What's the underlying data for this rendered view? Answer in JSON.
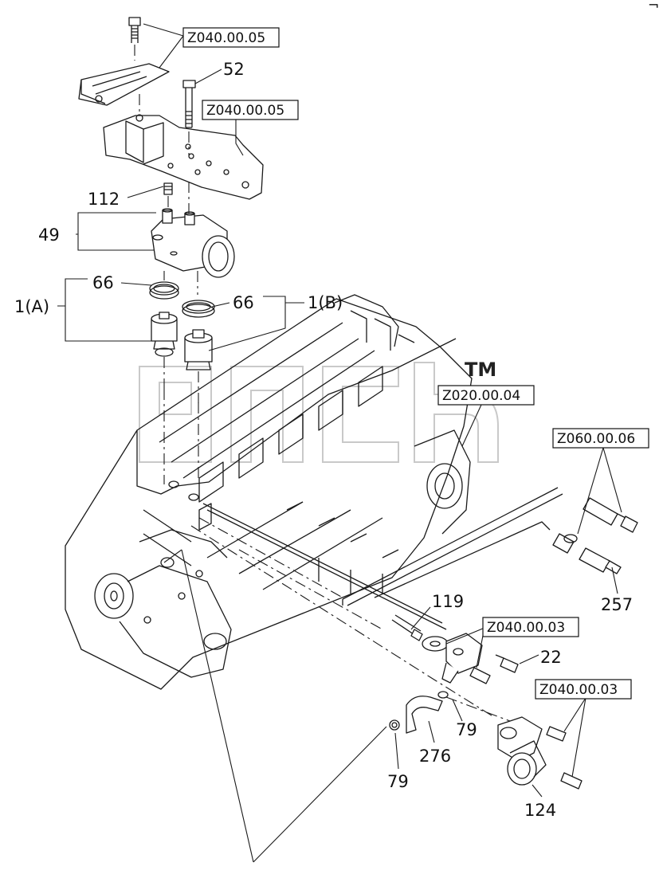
{
  "diagram": {
    "part_labels": {
      "p52": "52",
      "p112": "112",
      "p49": "49",
      "p66a": "66",
      "p66b": "66",
      "p1a": "1(A)",
      "p1b": "1(B)",
      "p119": "119",
      "p257": "257",
      "p22": "22",
      "p79a": "79",
      "p79b": "79",
      "p276": "276",
      "p124": "124"
    },
    "ref_boxes": {
      "r1": "Z040.00.05",
      "r2": "Z040.00.05",
      "r3": "Z020.00.04",
      "r4": "Z060.00.06",
      "r5": "Z040.00.03",
      "r6": "Z040.00.03"
    },
    "trademark": "TM",
    "corner_mark": "¬"
  }
}
